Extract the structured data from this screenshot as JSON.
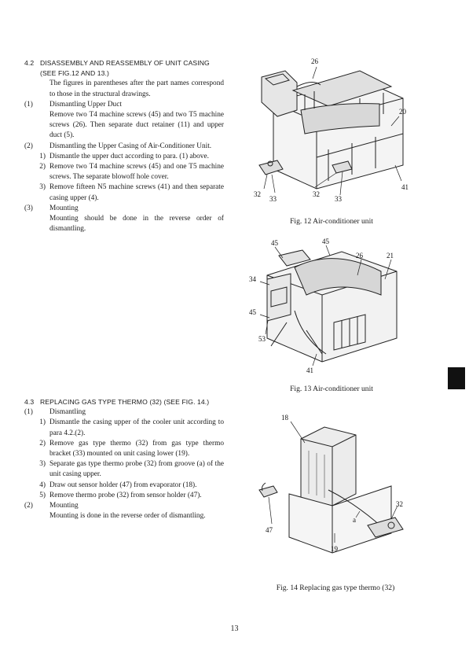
{
  "sections": [
    {
      "heading_num": "4.2",
      "heading_text": "DISASSEMBLY AND REASSEMBLY OF UNIT CASING (SEE FIG.12 AND 13.)",
      "intro": "The figures in parentheses after the part names correspond to those in the structural drawings.",
      "items": [
        {
          "n": "(1)",
          "title": "Dismantling Upper Duct",
          "body": "Remove two T4 machine screws (45) and two T5 machine screws (26). Then separate duct retainer (11) and upper duct (5)."
        },
        {
          "n": "(2)",
          "title": "Dismantling the Upper Casing of Air-Conditioner Unit.",
          "body": ""
        },
        {
          "n": "1)",
          "title": "Dismantle the upper duct according to para. (1) above.",
          "body": ""
        },
        {
          "n": "2)",
          "title": "Remove two T4 machine screws (45) and one T5 machine screws. The separate blowoff hole cover.",
          "body": ""
        },
        {
          "n": "3)",
          "title": "Remove fifteen N5 machine screws (41) and then separate casing upper (4).",
          "body": ""
        },
        {
          "n": "(3)",
          "title": "Mounting",
          "body": "Mounting should be done in the reverse order of dismantling."
        }
      ]
    },
    {
      "heading_num": "4.3",
      "heading_text": "REPLACING GAS TYPE THERMO (32) (SEE FIG. 14.)",
      "items": [
        {
          "n": "(1)",
          "title": "Dismantling",
          "body": ""
        },
        {
          "n": "1)",
          "title": "Dismantle the casing upper of the cooler unit according to para 4.2.(2).",
          "body": ""
        },
        {
          "n": "2)",
          "title": "Remove gas type thermo (32) from gas type thermo bracket (33) mounted on unit casing lower (19).",
          "body": ""
        },
        {
          "n": "3)",
          "title": "Separate gas type thermo probe (32) from groove (a) of the unit casing upper.",
          "body": ""
        },
        {
          "n": "4)",
          "title": "Draw out sensor holder (47) from evaporator (18).",
          "body": ""
        },
        {
          "n": "5)",
          "title": "Remove thermo probe (32) from sensor holder (47).",
          "body": ""
        },
        {
          "n": "(2)",
          "title": "Mounting",
          "body": "Mounting is done in the reverse order of dismantling."
        }
      ]
    }
  ],
  "figures": {
    "fig12": {
      "caption": "Fig. 12   Air-conditioner unit",
      "callouts": [
        "26",
        "20",
        "41",
        "32",
        "33",
        "32",
        "33"
      ]
    },
    "fig13": {
      "caption": "Fig. 13   Air-conditioner unit",
      "callouts": [
        "45",
        "45",
        "26",
        "21",
        "34",
        "45",
        "53",
        "41"
      ]
    },
    "fig14": {
      "caption": "Fig. 14   Replacing gas type thermo (32)",
      "callouts": [
        "18",
        "32",
        "47",
        "a",
        "19"
      ]
    }
  },
  "page_number": "13"
}
